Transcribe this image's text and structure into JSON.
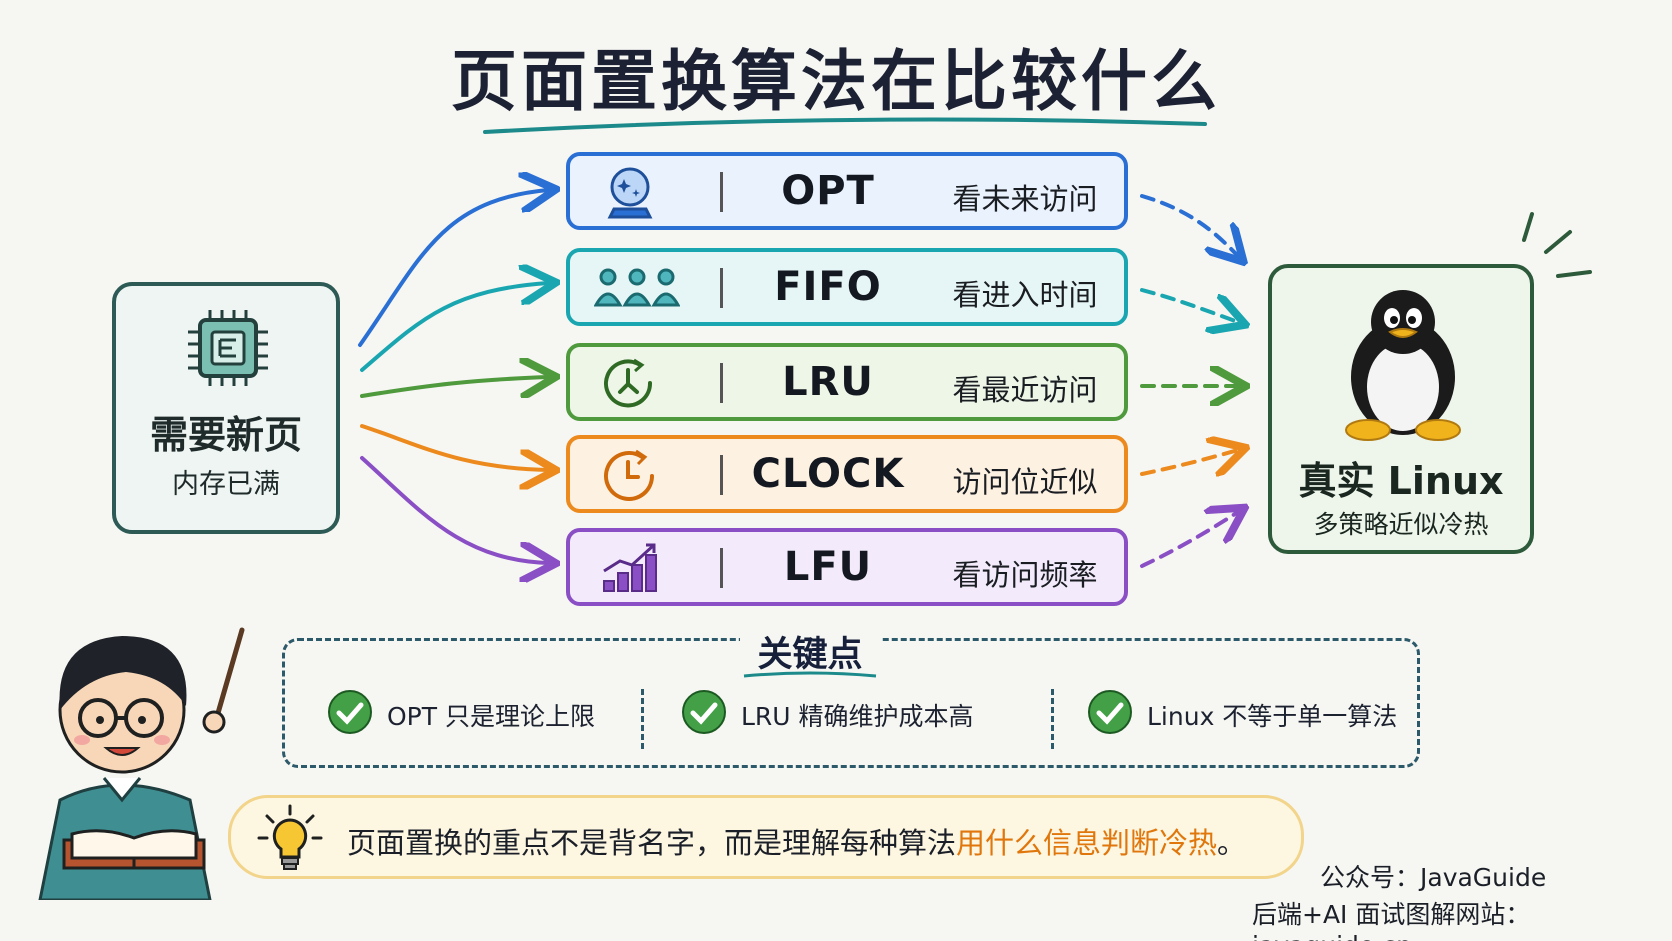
{
  "title": "页面置换算法在比较什么",
  "source": {
    "title": "需要新页",
    "subtitle": "内存已满",
    "icon": "cpu-chip-icon"
  },
  "algorithms": [
    {
      "name": "OPT",
      "desc": "看未来访问",
      "icon": "crystal-ball-icon",
      "color": "#2a6fd4",
      "bg": "#eaf2fd"
    },
    {
      "name": "FIFO",
      "desc": "看进入时间",
      "icon": "queue-people-icon",
      "color": "#1aa6b0",
      "bg": "#e6f6f6"
    },
    {
      "name": "LRU",
      "desc": "看最近访问",
      "icon": "history-clock-icon",
      "color": "#4e9a3c",
      "bg": "#eef6e8"
    },
    {
      "name": "CLOCK",
      "desc": "访问位近似",
      "icon": "clock-icon",
      "color": "#ec8a1e",
      "bg": "#fdf1e2"
    },
    {
      "name": "LFU",
      "desc": "看访问频率",
      "icon": "bar-chart-icon",
      "color": "#8a4fc4",
      "bg": "#f3ebfb"
    }
  ],
  "destination": {
    "title": "真实 Linux",
    "subtitle": "多策略近似冷热",
    "icon": "tux-penguin-icon"
  },
  "key_points": {
    "title": "关键点",
    "items": [
      "OPT 只是理论上限",
      "LRU 精确维护成本高",
      "Linux 不等于单一算法"
    ]
  },
  "tip": {
    "prefix": "页面置换的重点不是背名字，而是理解每种算法",
    "highlight": "用什么信息判断冷热",
    "suffix": "。"
  },
  "credits": {
    "line1": "公众号：JavaGuide",
    "line2": "后端+AI 面试图解网站：javaguide.cn"
  }
}
